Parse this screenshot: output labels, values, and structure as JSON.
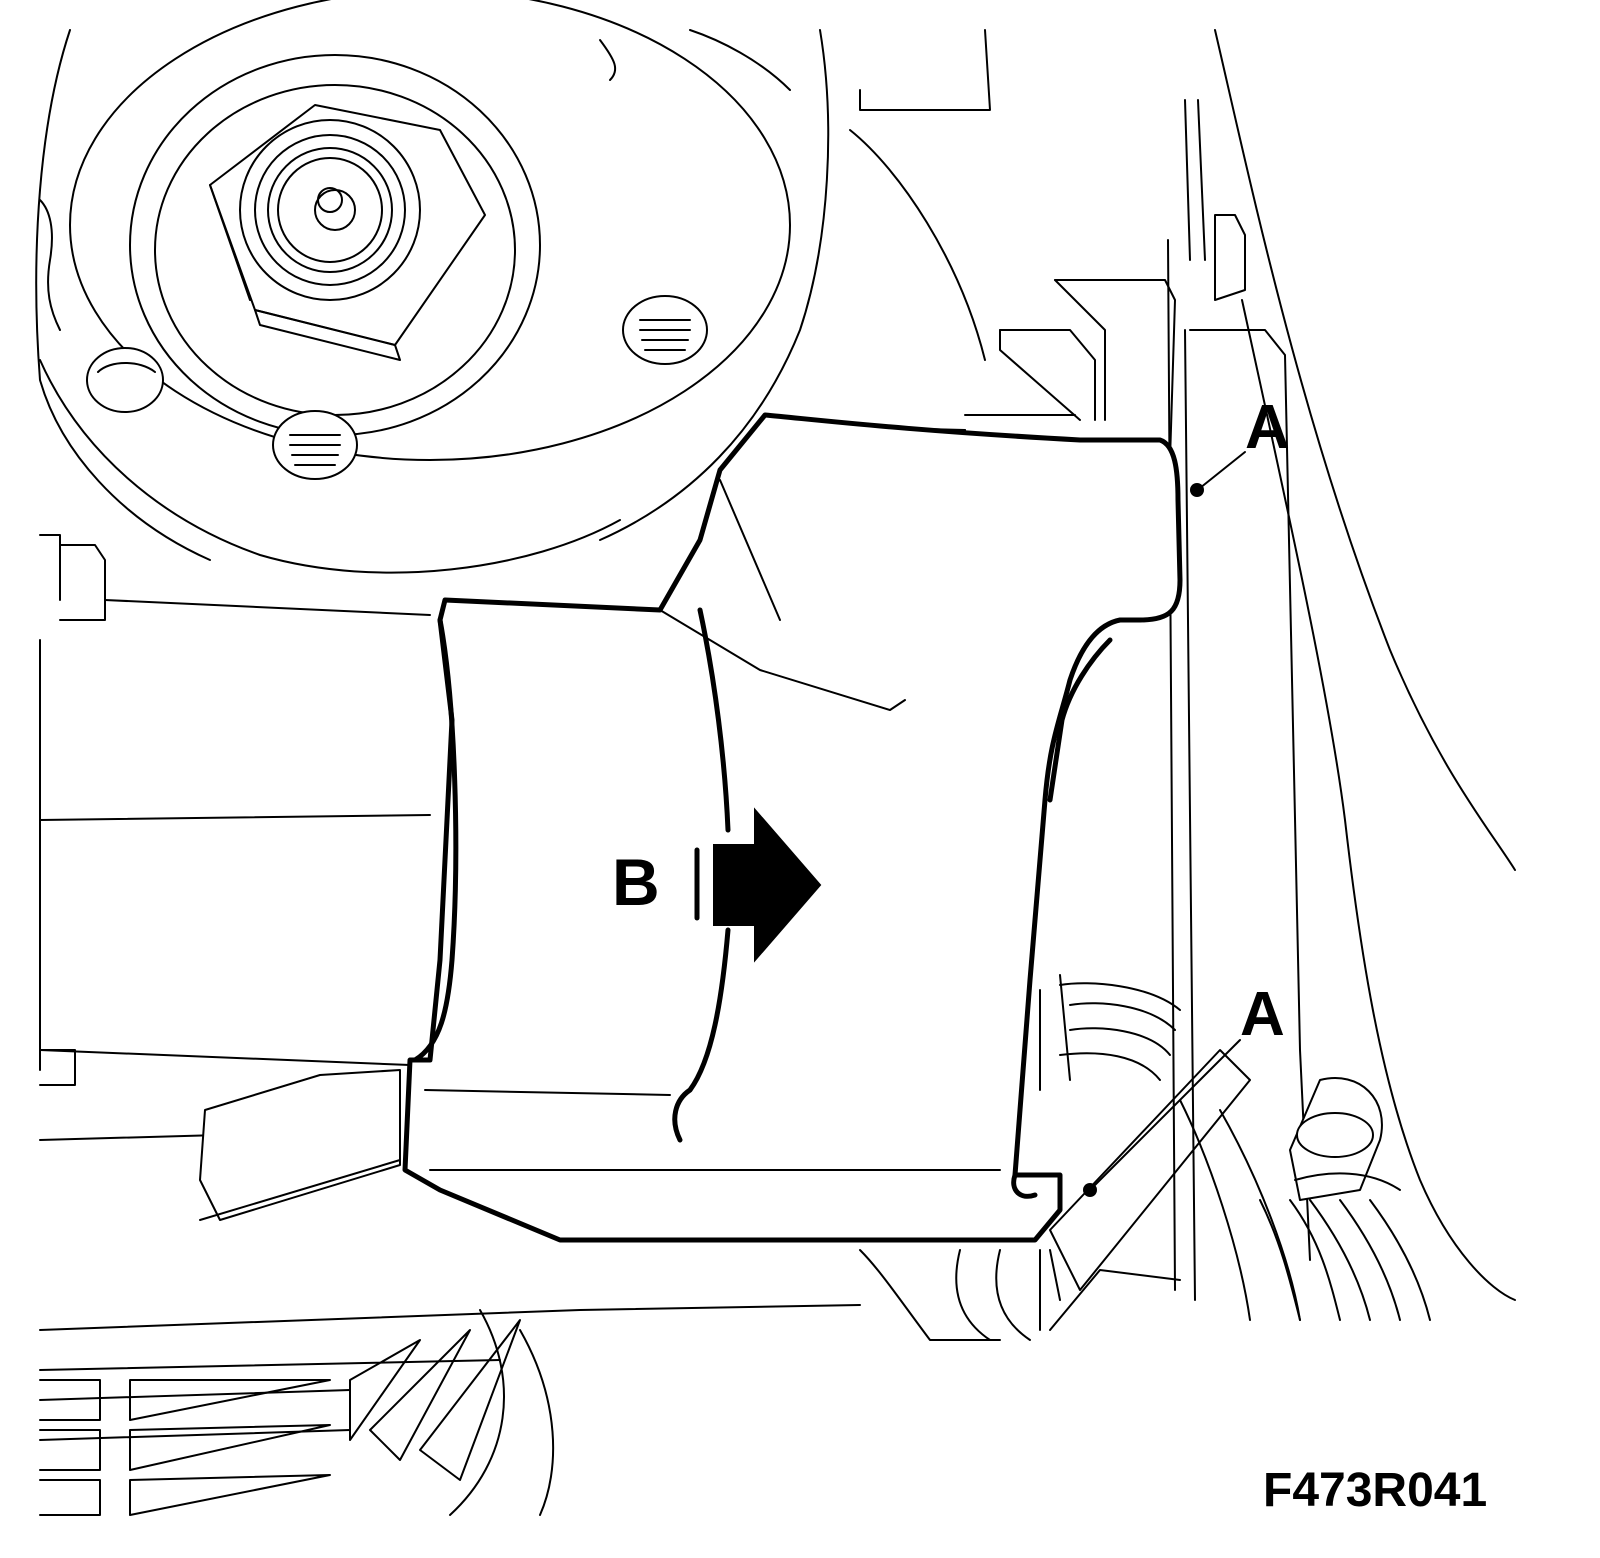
{
  "labels": {
    "a_top": "A",
    "a_bottom": "A",
    "b": "B"
  },
  "figure_id": "F473R041"
}
